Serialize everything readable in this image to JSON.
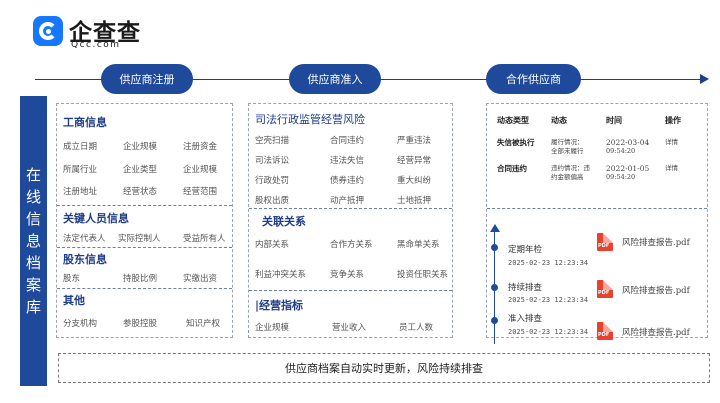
{
  "logo": {
    "name": "企查查",
    "sub": "Qcc.com"
  },
  "flow": {
    "step1": "供应商注册",
    "step2": "供应商准入",
    "step3": "合作供应商"
  },
  "vertical_title": [
    "在",
    "线",
    "信",
    "息",
    "档",
    "案",
    "库"
  ],
  "left": {
    "gongshang": {
      "title": "工商信息",
      "rows": [
        [
          "成立日期",
          "企业规模",
          "注册资金"
        ],
        [
          "所属行业",
          "企业类型",
          "企业规模"
        ],
        [
          "注册地址",
          "经营状态",
          "经营范围"
        ]
      ]
    },
    "guanjian": {
      "title": "关键人员信息",
      "rows": [
        [
          "法定代表人",
          "实际控制人",
          "受益所有人"
        ]
      ]
    },
    "gudong": {
      "title": "股东信息",
      "rows": [
        [
          "股东",
          "持股比例",
          "实缴出资"
        ]
      ]
    },
    "qita": {
      "title": "其他",
      "rows": [
        [
          "分支机构",
          "参股控股",
          "知识产权"
        ]
      ]
    }
  },
  "middle": {
    "sifa": {
      "title": "司法行政监管经营风险",
      "rows": [
        [
          "空壳扫描",
          "合同违约",
          "严重违法"
        ],
        [
          "司法诉讼",
          "违法失信",
          "经营异常"
        ],
        [
          "行政处罚",
          "债券违约",
          "重大纠纷"
        ],
        [
          "股权出质",
          "动产抵押",
          "土地抵押"
        ]
      ]
    },
    "guanlian": {
      "title": "关联关系",
      "rows": [
        [
          "内部关系",
          "合作方关系",
          "黑命单关系"
        ],
        [
          "利益冲突关系",
          "竞争关系",
          "投资任职关系"
        ]
      ]
    },
    "jingying": {
      "title": "|经营指标",
      "rows": [
        [
          "企业规模",
          "营业收入",
          "员工人数"
        ]
      ]
    }
  },
  "right": {
    "headers": [
      "动态类型",
      "动态",
      "时间",
      "操作"
    ],
    "rows": [
      {
        "type": "失信被执行",
        "d1": "履行情况：",
        "d2": "全部未履行",
        "date": "2022-03-04",
        "time": "09:54:20",
        "op": "详情"
      },
      {
        "type": "合同违约",
        "d1": "违约情况：违",
        "d2": "约金额偏高",
        "date": "2022-01-05",
        "time": "09:54:20",
        "op": "详情"
      }
    ],
    "timeline": [
      {
        "label": "定期年检",
        "time": "2025-02-23 12:23:34",
        "file": "风险排查报告.pdf"
      },
      {
        "label": "持续排查",
        "time": "2025-02-23 12:23:34",
        "file": "风险排查报告.pdf"
      },
      {
        "label": "准入排查",
        "time": "2025-02-23 12:23:34",
        "file": "风险排查报告.pdf"
      }
    ],
    "pdf_badge": "PDF"
  },
  "footer": "供应商档案自动实时更新，风险持续排查",
  "colors": {
    "primary": "#1f4a9c",
    "accent": "#1677ff",
    "pdf": "#e8412e"
  }
}
